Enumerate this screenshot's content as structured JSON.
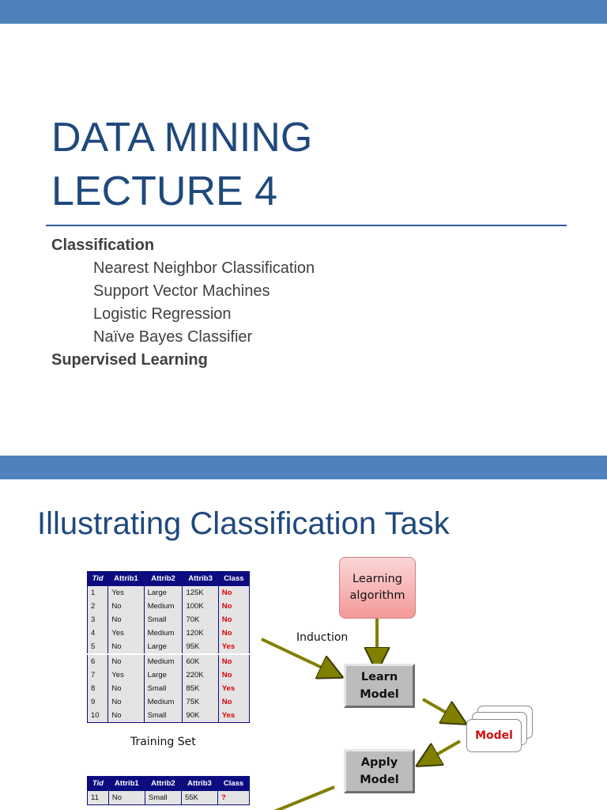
{
  "slide1": {
    "title_lines": [
      "DATA MINING",
      "LECTURE 4"
    ],
    "bullets": [
      {
        "level": 1,
        "text": "Classification"
      },
      {
        "level": 2,
        "text": "Nearest Neighbor Classification"
      },
      {
        "level": 2,
        "text": "Support Vector Machines"
      },
      {
        "level": 2,
        "text": "Logistic Regression"
      },
      {
        "level": 2,
        "text": "Naïve Bayes Classifier"
      },
      {
        "level": 1,
        "text": "Supervised Learning"
      }
    ]
  },
  "slide2": {
    "title": "Illustrating Classification Task",
    "training_table": {
      "headers": [
        "Tid",
        "Attrib1",
        "Attrib2",
        "Attrib3",
        "Class"
      ],
      "rows": [
        [
          "1",
          "Yes",
          "Large",
          "125K",
          "No"
        ],
        [
          "2",
          "No",
          "Medium",
          "100K",
          "No"
        ],
        [
          "3",
          "No",
          "Small",
          "70K",
          "No"
        ],
        [
          "4",
          "Yes",
          "Medium",
          "120K",
          "No"
        ],
        [
          "5",
          "No",
          "Large",
          "95K",
          "Yes"
        ],
        [
          "6",
          "No",
          "Medium",
          "60K",
          "No"
        ],
        [
          "7",
          "Yes",
          "Large",
          "220K",
          "No"
        ],
        [
          "8",
          "No",
          "Small",
          "85K",
          "Yes"
        ],
        [
          "9",
          "No",
          "Medium",
          "75K",
          "No"
        ],
        [
          "10",
          "No",
          "Small",
          "90K",
          "Yes"
        ]
      ]
    },
    "training_caption": "Training Set",
    "test_table": {
      "headers": [
        "Tid",
        "Attrib1",
        "Attrib2",
        "Attrib3",
        "Class"
      ],
      "rows": [
        [
          "11",
          "No",
          "Small",
          "55K",
          "?"
        ]
      ]
    },
    "learning_algorithm": "Learning algorithm",
    "induction_label": "Induction",
    "learn_model": "Learn Model",
    "apply_model": "Apply Model",
    "model_label": "Model"
  },
  "colors": {
    "header_bar": "#4f81bd",
    "title_text": "#1f497d",
    "table_header": "#0c0c80",
    "class_value": "#e00000",
    "arrow": "#7f7f00"
  }
}
